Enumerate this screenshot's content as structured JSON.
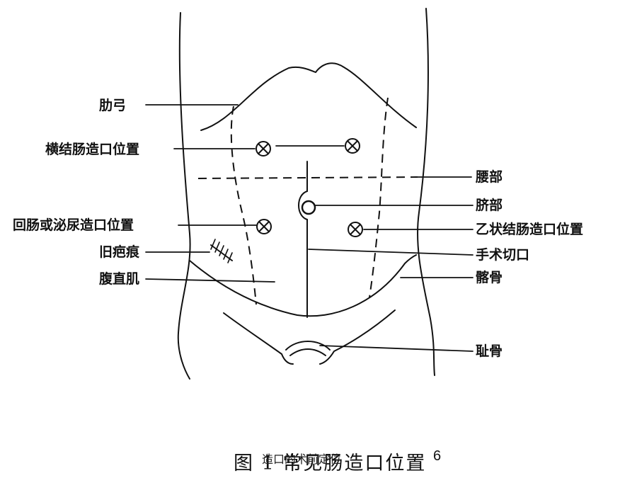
{
  "labels": {
    "costal_arch": "肋弓",
    "transverse_colostomy": "横结肠造口位置",
    "lumbar": "腰部",
    "umbilicus": "脐部",
    "ileostomy_urostomy": "回肠或泌尿造口位置",
    "sigmoid_colostomy": "乙状结肠造口位置",
    "old_scar": "旧疤痕",
    "surgical_incision": "手术切口",
    "rectus_abdominis": "腹直肌",
    "ilium": "髂骨",
    "pubis": "耻骨"
  },
  "caption": "图 1  常见肠造口位置",
  "overlay_text": "造口的术前定位",
  "page_number": "6",
  "colors": {
    "ink": "#111111",
    "background": "#ffffff"
  }
}
